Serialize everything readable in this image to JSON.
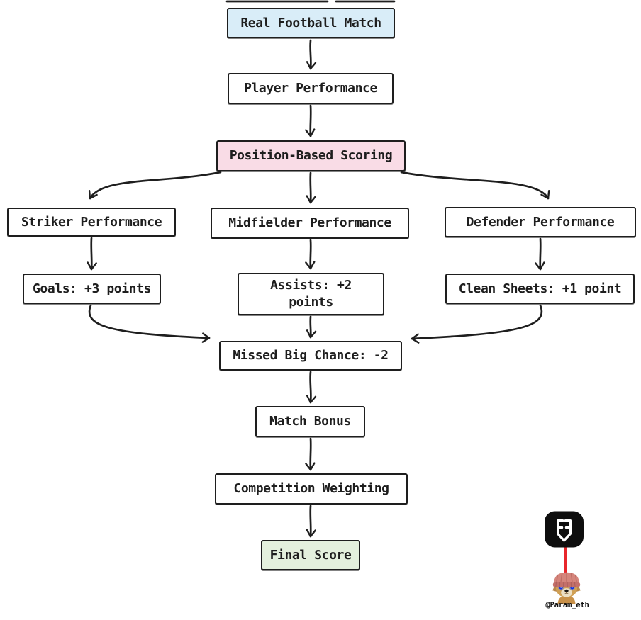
{
  "diagram": {
    "type": "flowchart",
    "title": "fantasy-football-scoring-flow",
    "nodes": [
      {
        "id": "real-football-match",
        "label": "Real Football Match",
        "fill": "#d9edf8"
      },
      {
        "id": "player-performance",
        "label": "Player Performance",
        "fill": "#ffffff"
      },
      {
        "id": "position-based-scoring",
        "label": "Position-Based Scoring",
        "fill": "#f9dce6"
      },
      {
        "id": "striker-performance",
        "label": "Striker Performance",
        "fill": "#ffffff"
      },
      {
        "id": "midfielder-performance",
        "label": "Midfielder Performance",
        "fill": "#ffffff"
      },
      {
        "id": "defender-performance",
        "label": "Defender Performance",
        "fill": "#ffffff"
      },
      {
        "id": "goals-points",
        "label": "Goals: +3 points",
        "fill": "#ffffff"
      },
      {
        "id": "assists-points",
        "label": "Assists: +2 points",
        "fill": "#ffffff"
      },
      {
        "id": "clean-sheets-points",
        "label": "Clean Sheets: +1 point",
        "fill": "#ffffff"
      },
      {
        "id": "missed-big-chance",
        "label": "Missed Big Chance: -2",
        "fill": "#ffffff"
      },
      {
        "id": "match-bonus",
        "label": "Match Bonus",
        "fill": "#ffffff"
      },
      {
        "id": "competition-weighting",
        "label": "Competition Weighting",
        "fill": "#ffffff"
      },
      {
        "id": "final-score",
        "label": "Final Score",
        "fill": "#e4f0dd"
      }
    ],
    "edges": [
      {
        "from": "Real Football Match",
        "to": "Player Performance"
      },
      {
        "from": "Player Performance",
        "to": "Position-Based Scoring"
      },
      {
        "from": "Position-Based Scoring",
        "to": "Striker Performance"
      },
      {
        "from": "Position-Based Scoring",
        "to": "Midfielder Performance"
      },
      {
        "from": "Position-Based Scoring",
        "to": "Defender Performance"
      },
      {
        "from": "Striker Performance",
        "to": "Goals: +3 points"
      },
      {
        "from": "Midfielder Performance",
        "to": "Assists: +2 points"
      },
      {
        "from": "Defender Performance",
        "to": "Clean Sheets: +1 point"
      },
      {
        "from": "Goals: +3 points",
        "to": "Missed Big Chance: -2"
      },
      {
        "from": "Assists: +2 points",
        "to": "Missed Big Chance: -2"
      },
      {
        "from": "Clean Sheets: +1 point",
        "to": "Missed Big Chance: -2"
      },
      {
        "from": "Missed Big Chance: -2",
        "to": "Match Bonus"
      },
      {
        "from": "Match Bonus",
        "to": "Competition Weighting"
      },
      {
        "from": "Competition Weighting",
        "to": "Final Score"
      }
    ],
    "colors": {
      "stroke": "#1e1e1e",
      "accent_red": "#e8262b",
      "logo_bg": "#0e0e0e",
      "logo_glyph": "#ffffff"
    },
    "watermark": {
      "handle": "@Param_eth",
      "logo_icon": "shield-double-f-logo",
      "avatar_icon": "doge-in-pink-knit-hat"
    }
  }
}
